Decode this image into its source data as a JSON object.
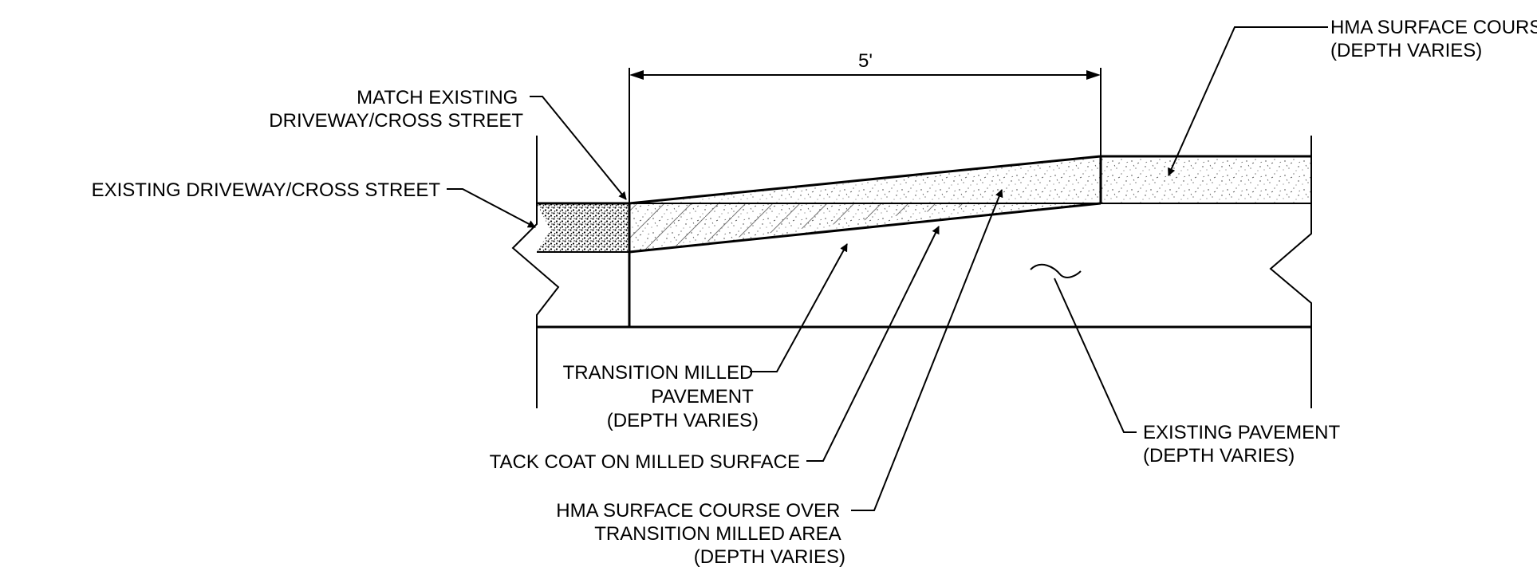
{
  "dimension": {
    "text": "5'"
  },
  "labels": {
    "hma_surface_course": [
      "HMA SURFACE COURSE",
      "(DEPTH VARIES)"
    ],
    "match_existing": [
      "MATCH EXISTING",
      "DRIVEWAY/CROSS STREET"
    ],
    "existing_driveway": [
      "EXISTING DRIVEWAY/CROSS STREET"
    ],
    "transition_milled": [
      "TRANSITION MILLED",
      "PAVEMENT",
      "(DEPTH VARIES)"
    ],
    "tack_coat": [
      "TACK COAT ON MILLED SURFACE"
    ],
    "hma_over_transition": [
      "HMA SURFACE COURSE OVER",
      "TRANSITION MILLED AREA",
      "(DEPTH VARIES)"
    ],
    "existing_pavement": [
      "EXISTING PAVEMENT",
      "(DEPTH VARIES)"
    ]
  }
}
